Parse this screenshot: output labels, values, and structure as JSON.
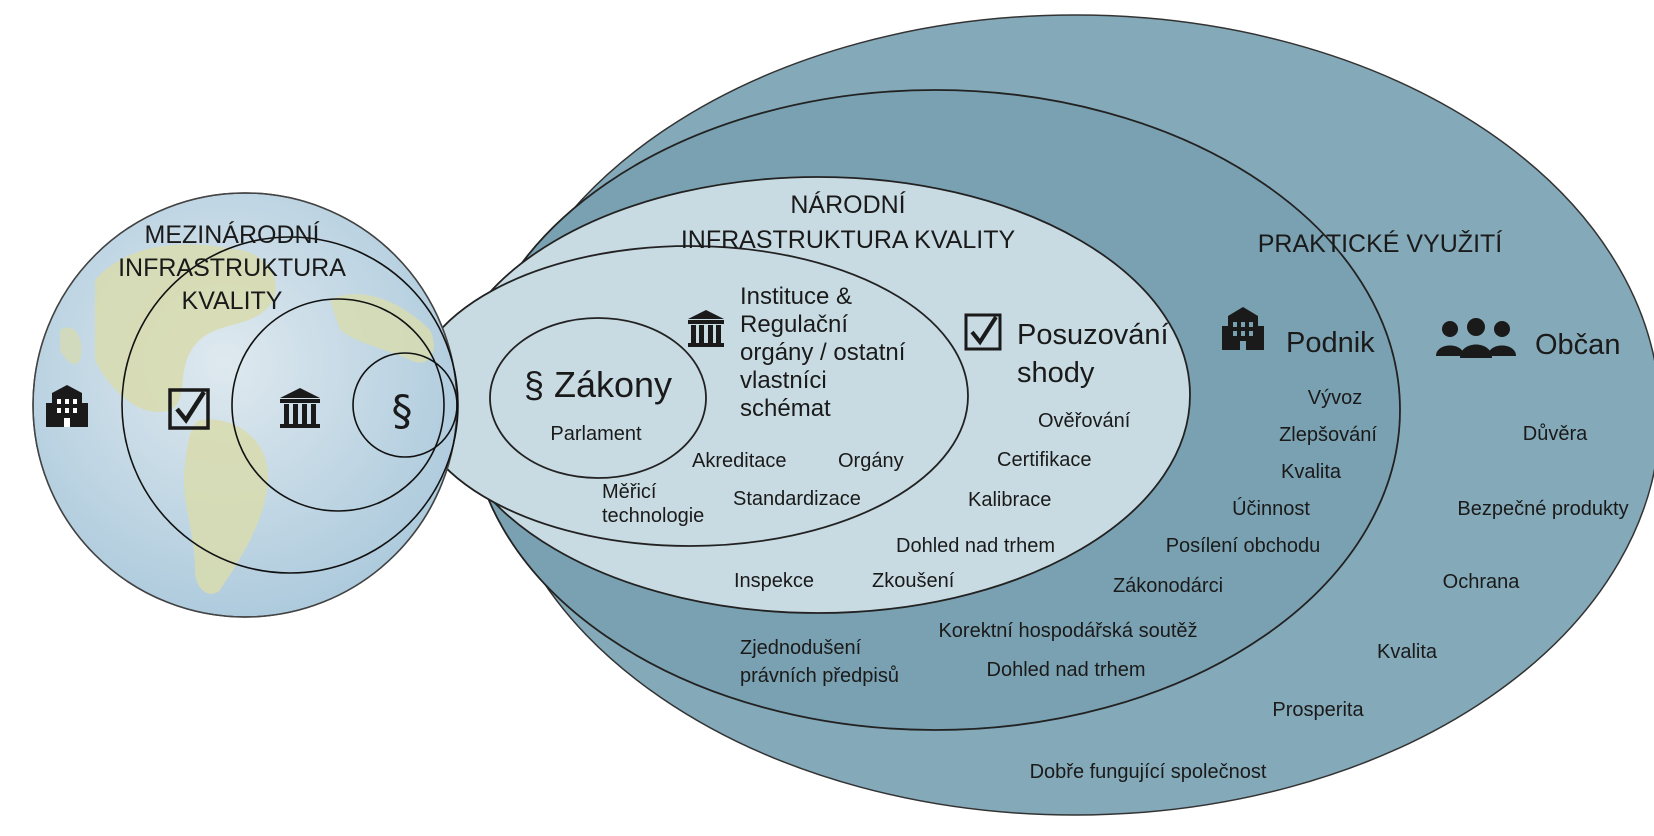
{
  "international": {
    "title_lines": [
      "MEZINÁRODNÍ",
      "INFRASTRUKTURA",
      "KVALITY"
    ],
    "icons": [
      "building-icon",
      "checkbox-icon",
      "institution-icon",
      "paragraph-icon"
    ],
    "paragraph_symbol": "§"
  },
  "national": {
    "title_lines": [
      "NÁRODNÍ",
      "INFRASTRUKTURA KVALITY"
    ]
  },
  "laws": {
    "title": "§ Zákony",
    "items": [
      "Parlament"
    ]
  },
  "institutions": {
    "title_lines": [
      "Instituce &",
      "Regulační",
      "orgány / ostatní",
      "vlastníci",
      "schémat"
    ],
    "items": [
      "Akreditace",
      "Orgány",
      "Měřicí",
      "technologie",
      "Standardizace"
    ]
  },
  "conformity": {
    "title_lines": [
      "Posuzování",
      "shody"
    ],
    "items": [
      "Ověřování",
      "Certifikace",
      "Kalibrace",
      "Dohled nad trhem",
      "Inspekce",
      "Zkoušení"
    ]
  },
  "practical": {
    "title": "PRAKTICKÉ VYUŽITÍ"
  },
  "business": {
    "title": "Podnik",
    "items": [
      "Vývoz",
      "Zlepšování",
      "Kvalita",
      "Účinnost",
      "Posílení obchodu",
      "Zákonodárci",
      "Korektní hospodářská soutěž",
      "Dohled nad trhem",
      "Zjednodušení",
      "právních předpisů"
    ]
  },
  "citizen": {
    "title": "Občan",
    "items": [
      "Důvěra",
      "Bezpečné produkty",
      "Ochrana",
      "Kvalita",
      "Prosperita",
      "Dobře fungující společnost"
    ]
  },
  "colors": {
    "outer_teal": "#84a9b8",
    "mid_teal": "#7aa1b1",
    "inner_light": "#c8dbe2",
    "globe_water": "#bcd3e3",
    "globe_land": "#d8dcae"
  }
}
